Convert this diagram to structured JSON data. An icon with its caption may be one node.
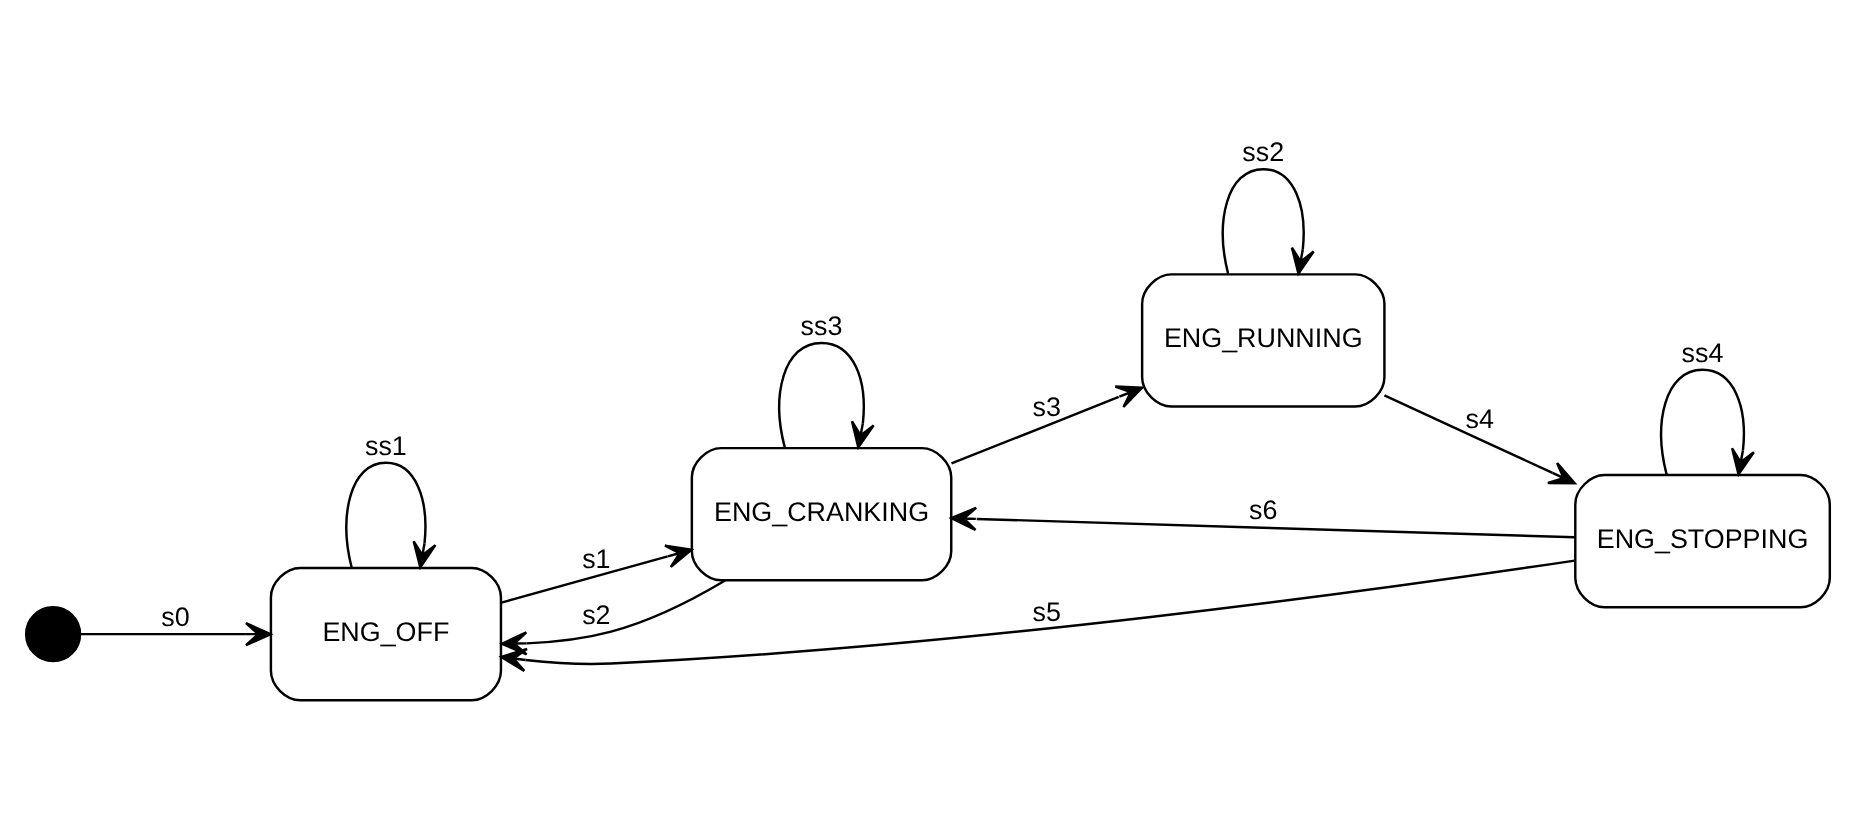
{
  "diagram": {
    "nodes": [
      {
        "text": [],
        "shape": "circle"
      },
      {
        "text": [
          "ENG_OFF"
        ]
      },
      {
        "text": [
          "ENG_CRANKING"
        ]
      },
      {
        "text": [
          "ENG_RUNNING"
        ]
      },
      {
        "text": [
          "ENG_STOPPING"
        ]
      }
    ],
    "edges": [
      {
        "from": 0,
        "to": 1,
        "arrow": "to",
        "label": "s0"
      },
      {
        "from": 1,
        "to": 2,
        "arrow": "to",
        "label": "s1"
      },
      {
        "from": 2,
        "to": 1,
        "arrow": "to",
        "label": "s2"
      },
      {
        "from": 1,
        "to": 1,
        "arrow": "to",
        "label": "ss1"
      },
      {
        "from": 2,
        "to": 2,
        "arrow": "to",
        "label": "ss3"
      },
      {
        "from": 2,
        "to": 3,
        "arrow": "to",
        "label": "s3"
      },
      {
        "from": 3,
        "to": 3,
        "arrow": "to",
        "label": "ss2"
      },
      {
        "from": 3,
        "to": 4,
        "arrow": "to",
        "label": "s4"
      },
      {
        "from": 4,
        "to": 1,
        "arrow": "to",
        "label": "s5"
      },
      {
        "from": 4,
        "to": 2,
        "arrow": "to",
        "label": "s6"
      },
      {
        "from": 4,
        "to": 4,
        "arrow": "to",
        "label": "ss4"
      }
    ]
  }
}
